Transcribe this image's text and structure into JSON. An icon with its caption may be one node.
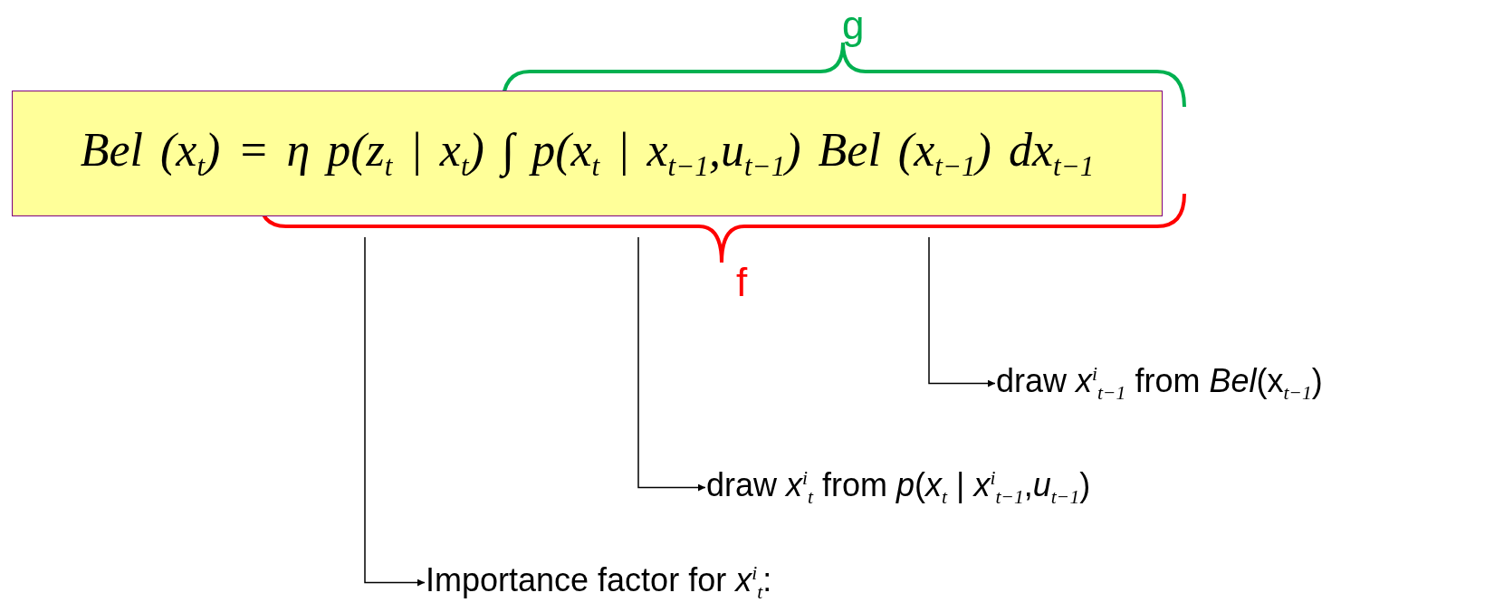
{
  "diagram": {
    "nodes": [
      {
        "text": [
          "*Bel* (*x*$_{t}$) = *η* *p*(*z*$_{t}$ | *x*$_{t}$) ∫ *p*(*x*$_{t}$ | *x*$_{t−1}$,*u*$_{t−1}$) *Bel* (*x*$_{t−1}$) *dx*$_{t−1}$"
        ]
      },
      {
        "text": [
          "draw *x*$^{i}$$_{t−1}$ from *Bel*(x$_{t−1}$)"
        ]
      },
      {
        "text": [
          "draw *x*$^{i}$$_{t}$ from *p*(*x*$_{t}$ | *x*$^{i}$$_{t−1}$,*u*$_{t−1}$)"
        ]
      },
      {
        "text": [
          "Importance factor for *x*$^{i}$$_{t}$:"
        ]
      }
    ],
    "edges": [
      {
        "from": 0,
        "to": 1,
        "arrow": "to"
      },
      {
        "from": 0,
        "to": 2,
        "arrow": "to"
      },
      {
        "from": 0,
        "to": 3,
        "arrow": "to"
      }
    ],
    "labels": [
      "g",
      "f"
    ]
  }
}
